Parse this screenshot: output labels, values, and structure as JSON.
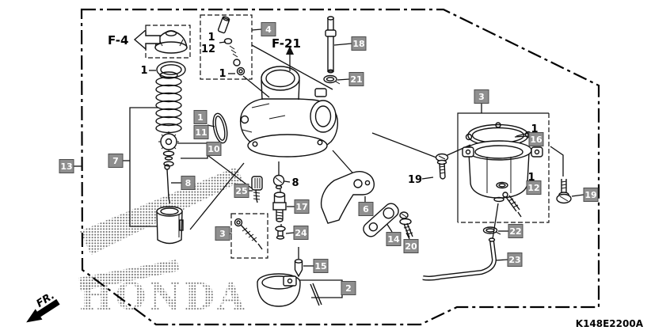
{
  "diagram": {
    "code": "K148E2200A",
    "watermark": "HONDA",
    "front_indicator": "FR.",
    "view_references": [
      {
        "label": "F-4"
      },
      {
        "label": "F-21"
      }
    ]
  },
  "colors": {
    "background": "#ffffff",
    "line": "#111111",
    "badge_background": "#8f8f8f",
    "badge_border": "#4d4d4d",
    "badge_text": "#ffffff",
    "halftone_dots": "#6f6f6f"
  },
  "callouts": {
    "boxed": [
      {
        "label": "4"
      },
      {
        "label": "18"
      },
      {
        "label": "21"
      },
      {
        "label": "3"
      },
      {
        "label": "16"
      },
      {
        "label": "12"
      },
      {
        "label": "19"
      },
      {
        "label": "22"
      },
      {
        "label": "23"
      },
      {
        "label": "13"
      },
      {
        "label": "7"
      },
      {
        "label": "1"
      },
      {
        "label": "11"
      },
      {
        "label": "10"
      },
      {
        "label": "8"
      },
      {
        "label": "25"
      },
      {
        "label": "17"
      },
      {
        "label": "24"
      },
      {
        "label": "3"
      },
      {
        "label": "15"
      },
      {
        "label": "2"
      },
      {
        "label": "6"
      },
      {
        "label": "14"
      },
      {
        "label": "20"
      }
    ],
    "plain": [
      {
        "label": "1"
      },
      {
        "label": "1"
      },
      {
        "label": "12"
      },
      {
        "label": "1"
      },
      {
        "label": "19"
      },
      {
        "label": "8"
      },
      {
        "label": "1"
      },
      {
        "label": "1"
      }
    ]
  }
}
